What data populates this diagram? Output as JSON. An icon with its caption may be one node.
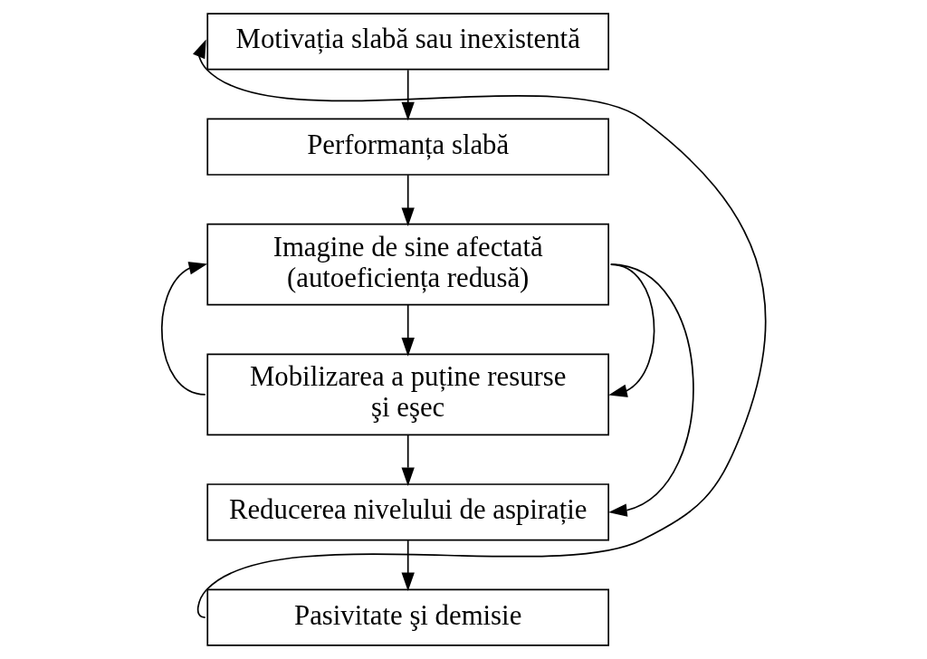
{
  "diagram": {
    "nodes": [
      {
        "text": [
          "Motivația slabă sau inexistentă"
        ]
      },
      {
        "text": [
          "Performanța slabă"
        ]
      },
      {
        "text": [
          "Imagine de sine afectată (autoeficiența redusă)"
        ]
      },
      {
        "text": [
          "Mobilizarea a puține resurse şi eşec"
        ]
      },
      {
        "text": [
          "Reducerea nivelului de aspirație"
        ]
      },
      {
        "text": [
          "Pasivitate şi demisie"
        ]
      }
    ],
    "edges": [
      {
        "from": 0,
        "to": 1,
        "arrow": "to"
      },
      {
        "from": 1,
        "to": 2,
        "arrow": "to"
      },
      {
        "from": 2,
        "to": 3,
        "arrow": "to"
      },
      {
        "from": 3,
        "to": 4,
        "arrow": "to"
      },
      {
        "from": 4,
        "to": 5,
        "arrow": "to"
      },
      {
        "from": 5,
        "to": 0,
        "arrow": "to"
      },
      {
        "from": 3,
        "to": 2,
        "arrow": "to"
      },
      {
        "from": 2,
        "to": 3,
        "arrow": "to"
      },
      {
        "from": 2,
        "to": 4,
        "arrow": "to"
      }
    ]
  }
}
